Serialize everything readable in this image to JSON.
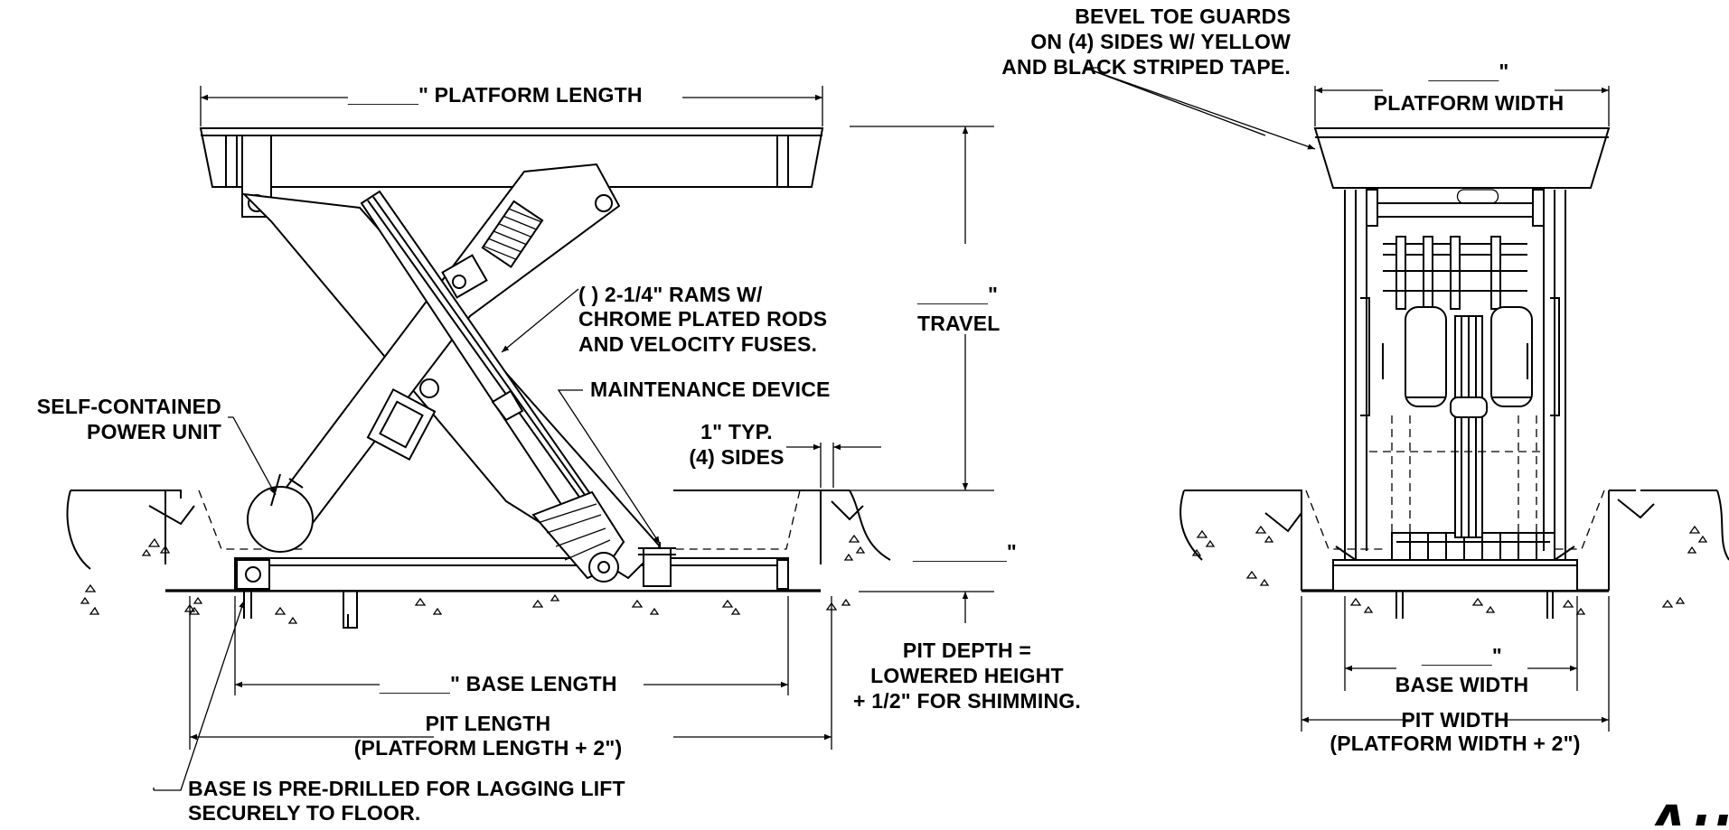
{
  "labels": {
    "platform_length": "______\" PLATFORM LENGTH",
    "rams_line1": "(       ) 2-1/4\" RAMS W/",
    "rams_line2": "CHROME PLATED RODS",
    "rams_line3": "AND VELOCITY FUSES.",
    "travel_blank": "______\"",
    "travel": "TRAVEL",
    "power_unit_line1": "SELF-CONTAINED",
    "power_unit_line2": "POWER UNIT",
    "maintenance": "MAINTENANCE DEVICE",
    "typ_line1": "1\" TYP.",
    "typ_line2": "(4) SIDES",
    "lowered_blank": "________\"",
    "base_length": "______\" BASE LENGTH",
    "pit_length_line1": "PIT LENGTH",
    "pit_length_line2": "(PLATFORM LENGTH + 2\")",
    "pit_depth_line1": "PIT DEPTH =",
    "pit_depth_line2": "LOWERED HEIGHT",
    "pit_depth_line3": "+ 1/2\" FOR SHIMMING.",
    "base_drilled_line1": "BASE IS PRE-DRILLED FOR LAGGING LIFT",
    "base_drilled_line2": "SECURELY TO FLOOR.",
    "bevel_line1": "BEVEL TOE GUARDS",
    "bevel_line2": "ON (4) SIDES W/ YELLOW",
    "bevel_line3": "AND BLACK STRIPED TAPE.",
    "platform_width_blank": "______\"",
    "platform_width": "PLATFORM WIDTH",
    "base_width_blank": "______\"",
    "base_width": "BASE WIDTH",
    "pit_width_line1": "PIT WIDTH",
    "pit_width_line2": "(PLATFORM WIDTH + 2\")",
    "brand_partial": "Autoqui"
  }
}
